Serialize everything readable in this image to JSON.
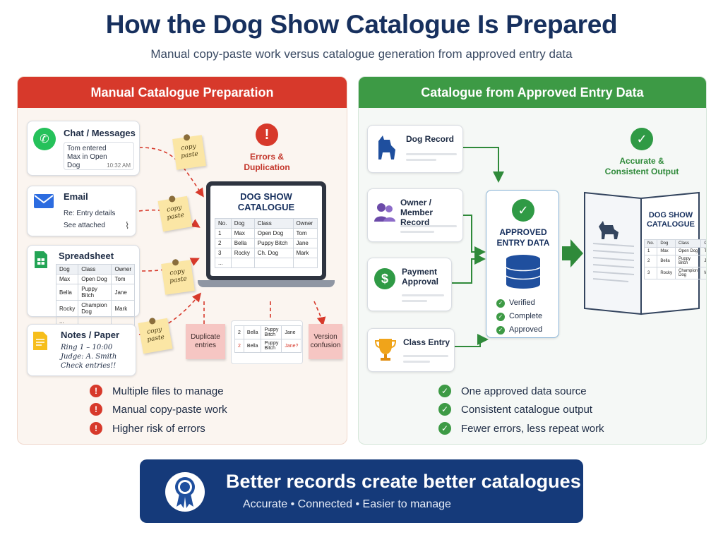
{
  "header": {
    "title": "How the Dog Show Catalogue Is Prepared",
    "subtitle": "Manual copy-paste work versus catalogue generation from approved entry data"
  },
  "left_panel": {
    "heading": "Manual Catalogue Preparation",
    "chat": {
      "title": "Chat / Messages",
      "message": "Tom entered Max in Open Dog",
      "time": "10:32 AM"
    },
    "email": {
      "title": "Email",
      "line1": "Re: Entry details",
      "line2": "See attached"
    },
    "spreadsheet": {
      "title": "Spreadsheet",
      "headers": [
        "Dog",
        "Class",
        "Owner"
      ],
      "rows": [
        [
          "Max",
          "Open Dog",
          "Tom"
        ],
        [
          "Bella",
          "Puppy Bitch",
          "Jane"
        ],
        [
          "Rocky",
          "Champion Dog",
          "Mark"
        ],
        [
          "...",
          "",
          ""
        ]
      ]
    },
    "notes": {
      "title": "Notes / Paper",
      "line1": "Ring 1 – 10:00",
      "line2": "Judge: A. Smith",
      "line3": "Check entries!!"
    },
    "copy_paste_label": "copy paste",
    "errors_label": "Errors & Duplication",
    "laptop": {
      "title_line1": "DOG SHOW",
      "title_line2": "CATALOGUE",
      "headers": [
        "No.",
        "Dog",
        "Class",
        "Owner"
      ],
      "rows": [
        [
          "1",
          "Max",
          "Open Dog",
          "Tom"
        ],
        [
          "2",
          "Bella",
          "Puppy Bitch",
          "Jane"
        ],
        [
          "3",
          "Rocky",
          "Ch. Dog",
          "Mark"
        ],
        [
          "...",
          "",
          "",
          ""
        ]
      ]
    },
    "duplicate_label": "Duplicate entries",
    "version_label": "Version confusion",
    "dup_rows": [
      [
        "2",
        "Bella",
        "Puppy Bitch",
        "Jane"
      ],
      [
        "2",
        "Bella",
        "Puppy Bitch",
        "Jane?"
      ]
    ],
    "bullets": [
      "Multiple files to manage",
      "Manual copy-paste work",
      "Higher risk of errors"
    ]
  },
  "right_panel": {
    "heading": "Catalogue from Approved Entry Data",
    "sources": [
      "Dog Record",
      "Owner / Member Record",
      "Payment Approval",
      "Class Entry"
    ],
    "owner_line1": "Owner /",
    "owner_line2": "Member Record",
    "payment_line1": "Payment",
    "payment_line2": "Approval",
    "approved_line1": "APPROVED",
    "approved_line2": "ENTRY DATA",
    "checks": [
      "Verified",
      "Complete",
      "Approved"
    ],
    "output_label_line1": "Accurate &",
    "output_label_line2": "Consistent Output",
    "book": {
      "title_line1": "DOG SHOW",
      "title_line2": "CATALOGUE",
      "headers": [
        "No.",
        "Dog",
        "Class",
        "Owner"
      ],
      "rows": [
        [
          "1",
          "Max",
          "Open Dog",
          "Tom"
        ],
        [
          "2",
          "Bella",
          "Puppy Bitch",
          "Jane"
        ],
        [
          "3",
          "Rocky",
          "Champion Dog",
          "Mark"
        ]
      ]
    },
    "bullets": [
      "One approved data source",
      "Consistent catalogue output",
      "Fewer errors, less repeat work"
    ]
  },
  "banner": {
    "title": "Better records create better catalogues",
    "subtitle": "Accurate  •  Connected  •  Easier to manage"
  },
  "colors": {
    "red": "#d7392b",
    "green": "#3d9a45",
    "navy": "#153a7a"
  },
  "icons": [
    "whatsapp-icon",
    "email-icon",
    "sheets-icon",
    "notes-icon",
    "warning-icon",
    "dog-icon",
    "members-icon",
    "dollar-icon",
    "trophy-icon",
    "check-icon",
    "database-icon",
    "rosette-icon"
  ]
}
